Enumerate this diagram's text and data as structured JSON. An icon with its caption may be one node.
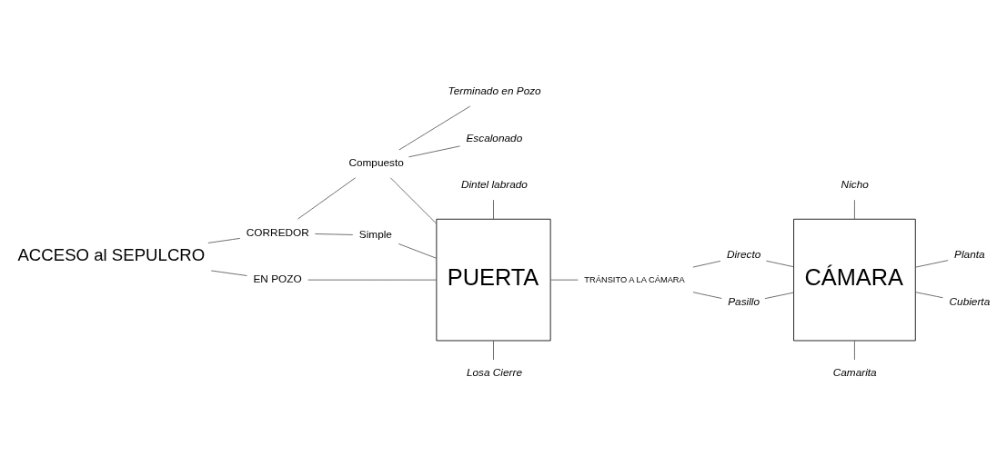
{
  "diagram": {
    "nodes": [
      {
        "text": [
          "ACCESO al SEPULCRO"
        ]
      },
      {
        "text": [
          "CORREDOR"
        ]
      },
      {
        "text": [
          "EN POZO"
        ]
      },
      {
        "text": [
          "Simple"
        ]
      },
      {
        "text": [
          "Compuesto"
        ]
      },
      {
        "text": [
          "Escalonado"
        ]
      },
      {
        "text": [
          "Terminado en Pozo"
        ]
      },
      {
        "text": [
          "PUERTA"
        ]
      },
      {
        "text": [
          "Dintel labrado"
        ]
      },
      {
        "text": [
          "Losa Cierre"
        ]
      },
      {
        "text": [
          "TRÁNSITO A LA CÁMARA"
        ]
      },
      {
        "text": [
          "Directo"
        ]
      },
      {
        "text": [
          "Pasillo"
        ]
      },
      {
        "text": [
          "CÁMARA"
        ]
      },
      {
        "text": [
          "Nicho"
        ]
      },
      {
        "text": [
          "Camarita"
        ]
      },
      {
        "text": [
          "Planta"
        ]
      },
      {
        "text": [
          "Cubierta"
        ]
      }
    ],
    "edges": [
      {
        "from": 0,
        "to": 1,
        "arrow": "none"
      },
      {
        "from": 0,
        "to": 2,
        "arrow": "none"
      },
      {
        "from": 1,
        "to": 3,
        "arrow": "none"
      },
      {
        "from": 1,
        "to": 4,
        "arrow": "none"
      },
      {
        "from": 4,
        "to": 5,
        "arrow": "none"
      },
      {
        "from": 4,
        "to": 6,
        "arrow": "none"
      },
      {
        "from": 3,
        "to": 7,
        "arrow": "none"
      },
      {
        "from": 4,
        "to": 7,
        "arrow": "none"
      },
      {
        "from": 2,
        "to": 7,
        "arrow": "none"
      },
      {
        "from": 8,
        "to": 7,
        "arrow": "none"
      },
      {
        "from": 9,
        "to": 7,
        "arrow": "none"
      },
      {
        "from": 7,
        "to": 10,
        "arrow": "none"
      },
      {
        "from": 10,
        "to": 11,
        "arrow": "none"
      },
      {
        "from": 10,
        "to": 12,
        "arrow": "none"
      },
      {
        "from": 11,
        "to": 13,
        "arrow": "none"
      },
      {
        "from": 12,
        "to": 13,
        "arrow": "none"
      },
      {
        "from": 14,
        "to": 13,
        "arrow": "none"
      },
      {
        "from": 15,
        "to": 13,
        "arrow": "none"
      },
      {
        "from": 13,
        "to": 16,
        "arrow": "none"
      },
      {
        "from": 13,
        "to": 17,
        "arrow": "none"
      }
    ]
  }
}
